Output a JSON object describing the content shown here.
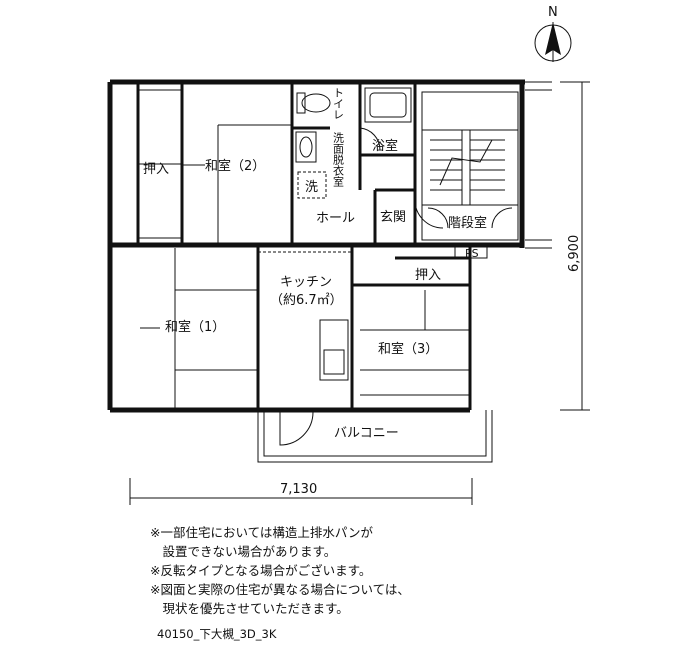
{
  "north": "N",
  "rooms": {
    "washitsu2": "和室（2）",
    "oshiire_left": "押入",
    "toilet": "トイレ",
    "senmen": "洗面脱衣室",
    "yokushitsu": "浴室",
    "sen": "洗",
    "hall": "ホール",
    "genkan": "玄関",
    "kaidanshitsu": "階段室",
    "ps": "PS",
    "oshiire_right": "押入",
    "kitchen": "キッチン",
    "kitchen_size": "（約6.7㎡）",
    "washitsu1": "和室（1）",
    "washitsu3": "和室（3）",
    "balcony": "バルコニー"
  },
  "dimensions": {
    "width": "7,130",
    "depth": "6,900"
  },
  "notes": [
    "※一部住宅においては構造上排水パンが",
    "　設置できない場合があります。",
    "※反転タイプとなる場合がございます。",
    "※図面と実際の住宅が異なる場合については、",
    "　現状を優先させていただきます。"
  ],
  "plan_code": "40150_下大槻_3D_3K"
}
